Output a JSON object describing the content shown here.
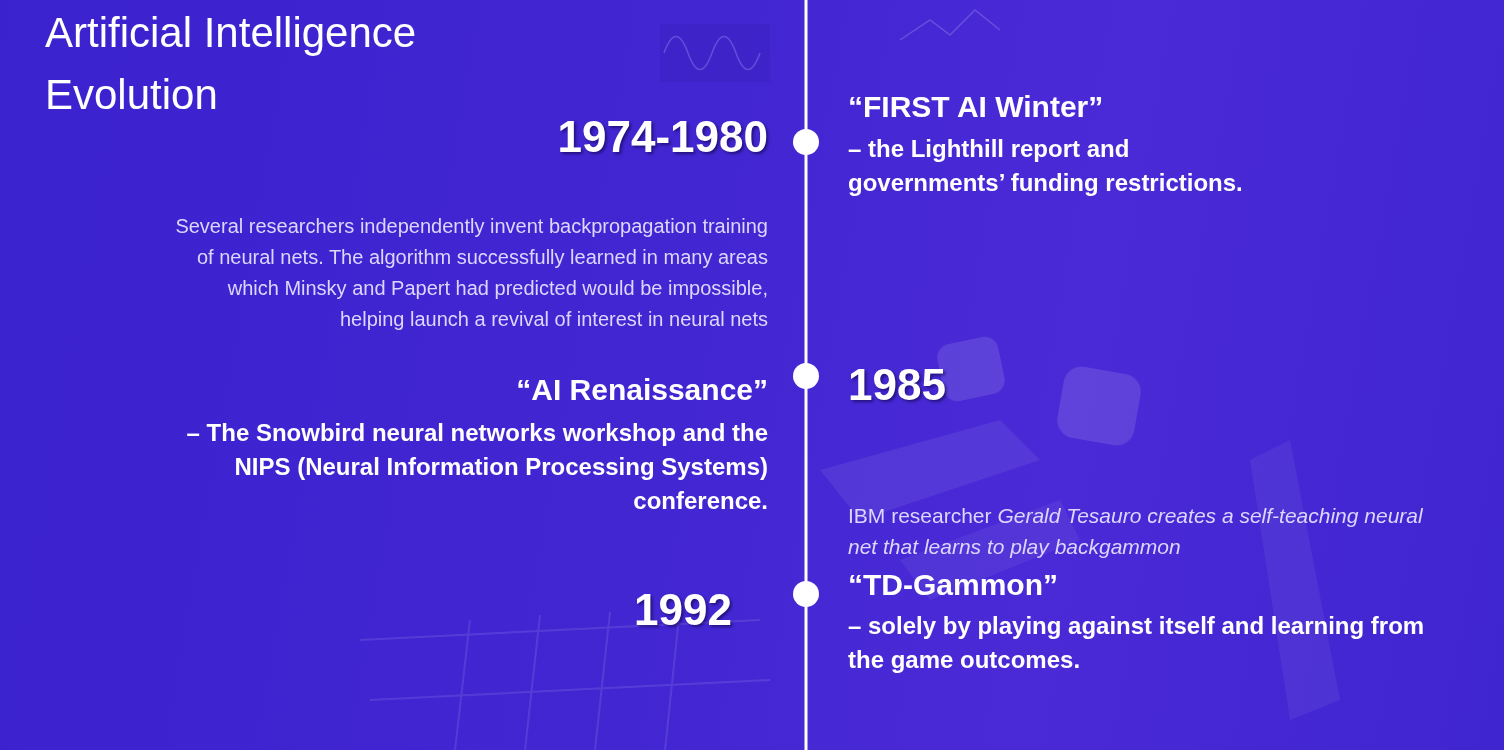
{
  "diagram": {
    "title": "Artificial Intelligence Evolution",
    "labels": [
      "1974-1980",
      "“FIRST AI Winter”",
      "– the Lighthill report and governments’ funding restrictions.",
      "Several researchers independently invent backpropagation training of neural nets. The algorithm successfully learned in many areas which Minsky and Papert had predicted would be impossible, helping launch a revival of interest in neural nets",
      "“AI Renaissance”",
      "– The Snowbird neural networks workshop and the NIPS (Neural Information Processing Systems) conference.",
      "1985",
      "IBM researcher",
      "Gerald Tesauro creates a self-teaching neural net that learns to play backgammon",
      "“TD-Gammon”",
      "– solely by playing against itself and learning from the game outcomes.",
      "1992"
    ]
  }
}
